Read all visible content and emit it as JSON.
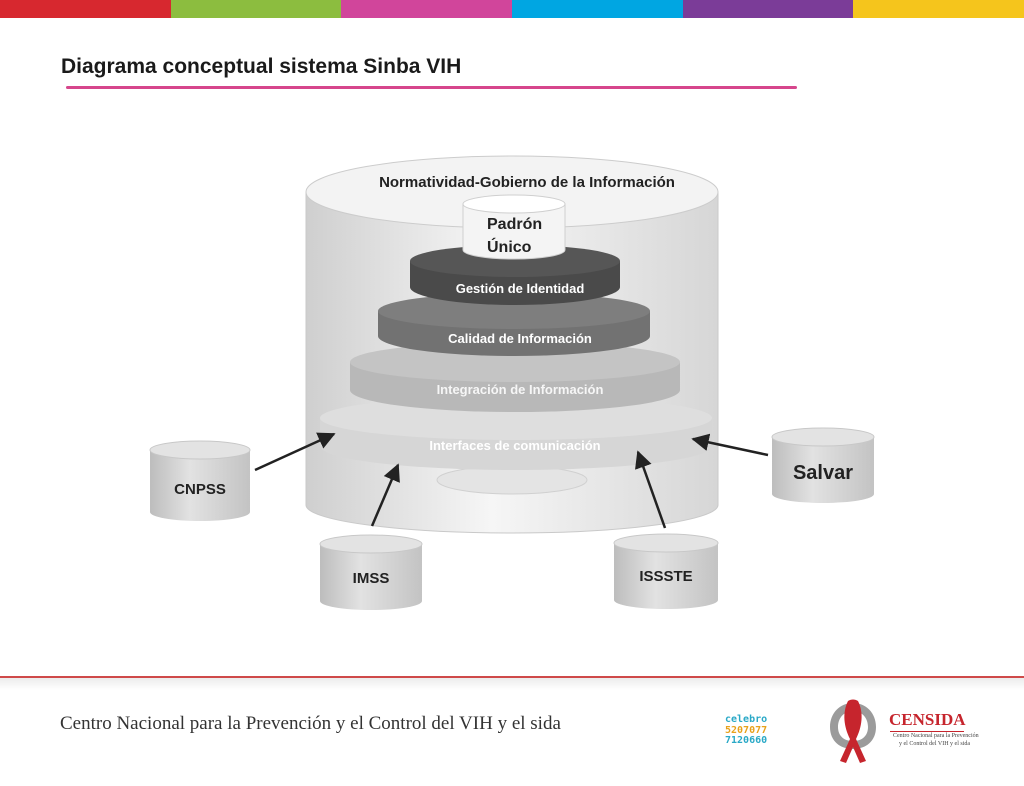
{
  "slide": {
    "title": "Diagrama conceptual sistema Sinba VIH",
    "top_band_colors": [
      "#d7282f",
      "#8cbd3f",
      "#d1459b",
      "#00a6e2",
      "#7b3c98",
      "#f5c51c"
    ],
    "underline_color": "#d6468c"
  },
  "diagram": {
    "outer_label": "Normatividad-Gobierno de la Información",
    "padron_line1": "Padrón",
    "padron_line2": "Único",
    "layers": [
      {
        "label": "Gestión de Identidad",
        "color": "#4a4a4a",
        "text_color": "#ffffff"
      },
      {
        "label": "Calidad de Información",
        "color": "#727272",
        "text_color": "#ffffff"
      },
      {
        "label": "Integración de Información",
        "color": "#b8b8b8",
        "text_color": "#f6f6f6"
      },
      {
        "label": "Interfaces de comunicación",
        "color": "#d6d6d6",
        "text_color": "#ffffff"
      }
    ],
    "sources": [
      {
        "label": "CNPSS"
      },
      {
        "label": "IMSS"
      },
      {
        "label": "ISSSTE"
      },
      {
        "label": "Salvar"
      }
    ]
  },
  "footer": {
    "text": "Centro Nacional para la Prevención y el Control del VIH y el sida",
    "celebrate_text": "celebro",
    "celebrate_digits1": "5207077",
    "celebrate_digits2": "7120660",
    "censida_name": "CENSIDA",
    "censida_sub_line1": "Centro Nacional para la Prevención",
    "censida_sub_line2": "y el Control del VIH y el sida",
    "censida_color": "#c6252d"
  }
}
